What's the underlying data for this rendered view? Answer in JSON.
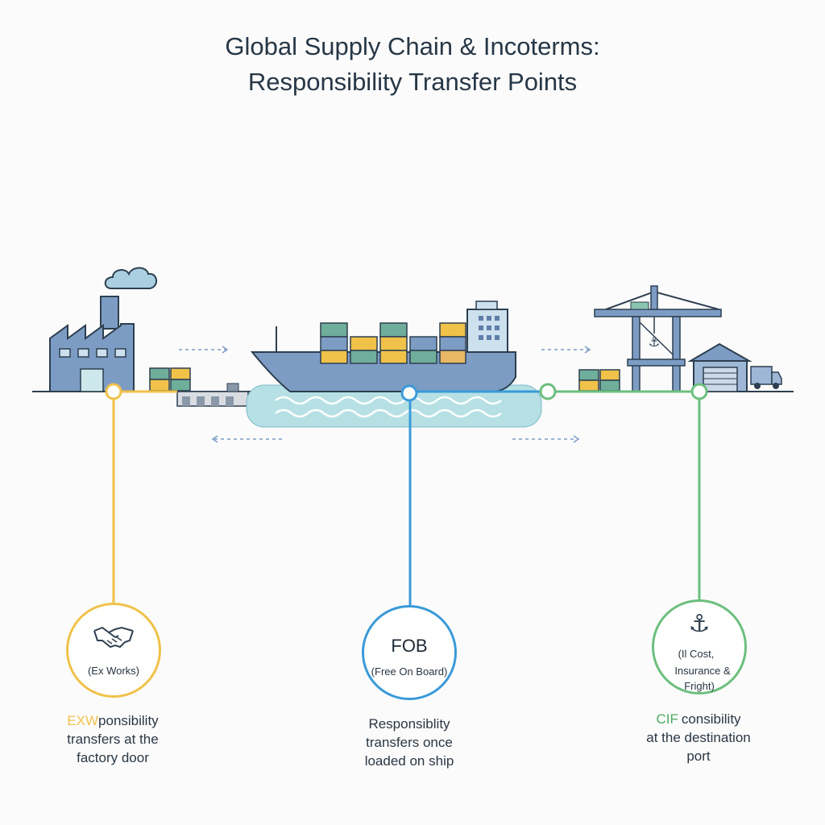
{
  "title": {
    "line1": "Global Supply Chain & Incoterms:",
    "line2": "Responsibility Transfer Points"
  },
  "colors": {
    "exw": "#f0c24a",
    "fob": "#3a9ad9",
    "cif": "#6cbf7e",
    "ink": "#2d3f50",
    "building": "#7d9cc4",
    "water": "#b6e0e4"
  },
  "terms": [
    {
      "code": "EXW",
      "full": "(Ex Works)",
      "icon": "handshake-icon",
      "description_line1": "ponsibility",
      "description_line2": "transfers at the",
      "description_line3": "factory door"
    },
    {
      "code": "FOB",
      "full": "(Free On Board)",
      "icon": "",
      "description_line1": "Responsiblity",
      "description_line2": "transfers once",
      "description_line3": "loaded on ship"
    },
    {
      "code": "CIF",
      "full_line1": "(Il Cost,",
      "full_line2": "Insurance &",
      "full_line3": "Fright)",
      "icon": "anchor-icon",
      "description_line1": "consibility",
      "description_line2": "at the destination",
      "description_line3": "port"
    }
  ]
}
